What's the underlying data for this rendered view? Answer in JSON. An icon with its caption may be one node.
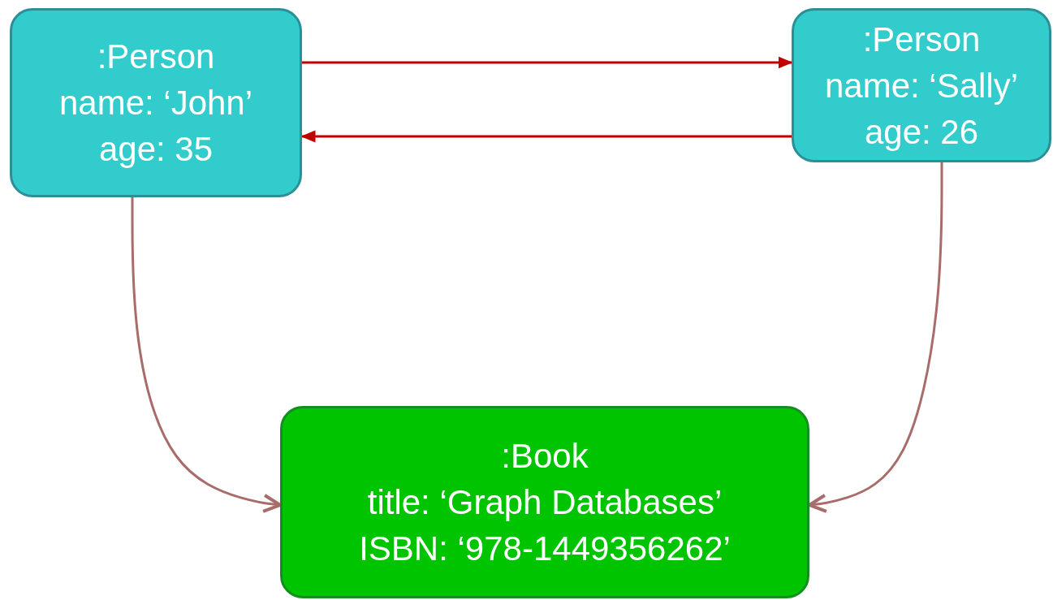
{
  "diagram": {
    "nodes": [
      {
        "text": [
          ":Person",
          "name: ‘John’",
          "age: 35"
        ]
      },
      {
        "text": [
          ":Person",
          "name: ‘Sally’",
          "age: 26"
        ]
      },
      {
        "text": [
          ":Book",
          "title: ‘Graph Databases’",
          "ISBN: ‘978-1449356262’"
        ]
      }
    ],
    "edges": [
      {
        "from": 0,
        "to": 1,
        "arrow": "to",
        "color": "#c00000"
      },
      {
        "from": 1,
        "to": 0,
        "arrow": "to",
        "color": "#c00000"
      },
      {
        "from": 0,
        "to": 2,
        "arrow": "to",
        "color": "#a86c6a"
      },
      {
        "from": 1,
        "to": 2,
        "arrow": "to",
        "color": "#a86c6a"
      }
    ]
  }
}
